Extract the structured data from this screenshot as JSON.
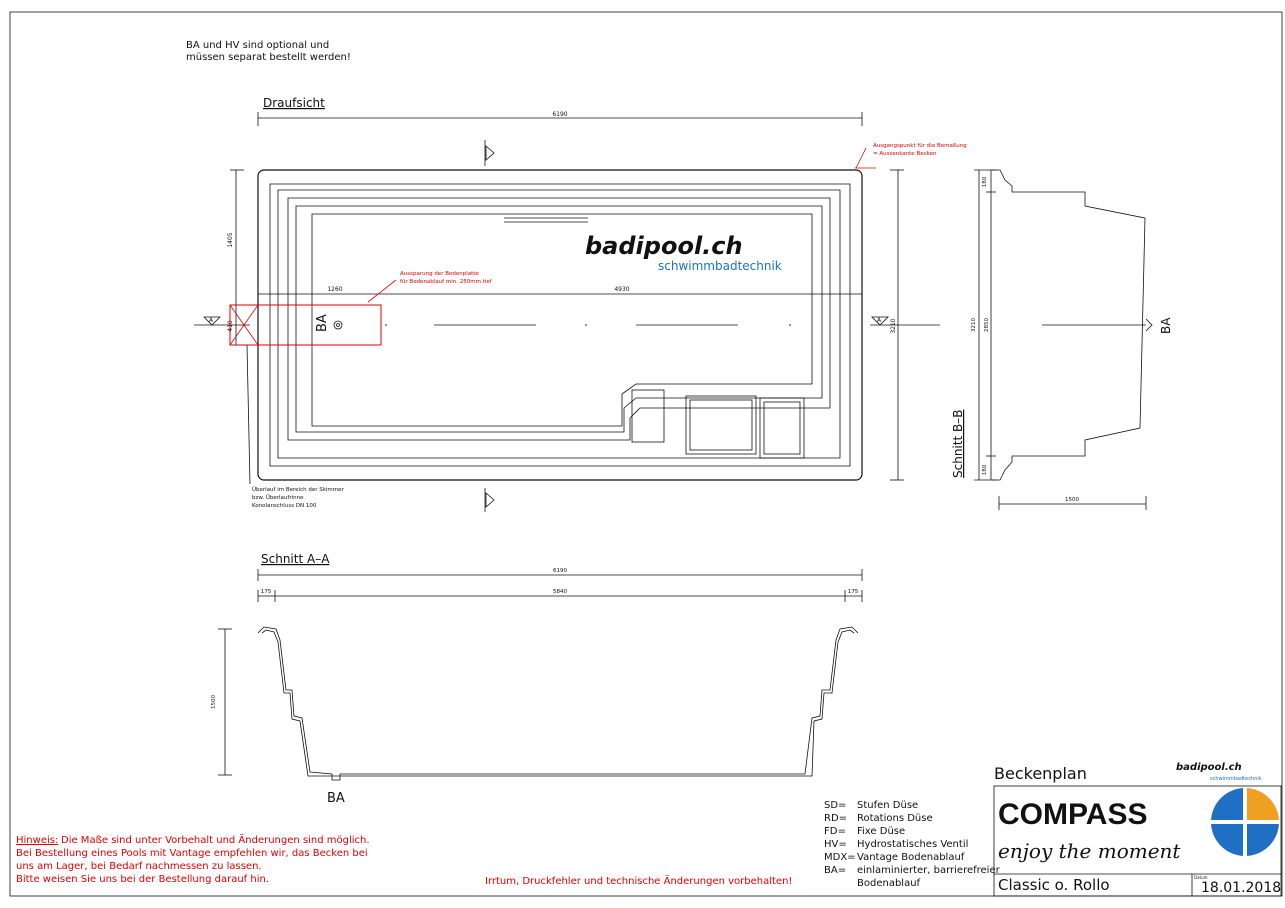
{
  "notes": {
    "optional_line1": "BA und HV sind optional und",
    "optional_line2": "müssen separat bestellt werden!",
    "hinweis_label": "Hinweis:",
    "hinweis_line1": "Die Maße sind unter Vorbehalt und Änderungen sind möglich.",
    "hinweis_line2": "Bei Bestellung eines Pools mit Vantage empfehlen wir, das Becken bei",
    "hinweis_line3": "uns am Lager, bei Bedarf nachmessen zu lassen.",
    "hinweis_line4": "Bitte weisen Sie uns bei der Bestellung darauf hin.",
    "irrtum": "Irrtum, Druckfehler und technische Änderungen vorbehalten!"
  },
  "top_view": {
    "title": "Draufsicht",
    "dim_total_length": "6190",
    "dim_left_width": "1405",
    "dim_left_small": "410",
    "dim_right_width": "3210",
    "dim_segment_a": "1260",
    "dim_segment_b": "4930",
    "section_mark": "A",
    "ba_label": "BA",
    "origin_note_line1": "Ausgangspunkt für die Bemaßung",
    "origin_note_line2": "= Aussenkante Becken",
    "recess_note_line1": "Aussparung der Bodenplatte",
    "recess_note_line2": "für Bodenablauf min. 250mm tief",
    "overflow_line1": "Überlauf im Bereich der Skimmer",
    "overflow_line2": "bzw. Überlaufrinne",
    "overflow_line3": "Konolanschluss DN 100"
  },
  "brand": {
    "logo_text": "badipool.ch",
    "logo_sub": "schwimmbadtechnik",
    "small_logo_text": "badipool.ch",
    "small_logo_sub": "schwimmbadtechnik",
    "compass_title": "COMPASS",
    "compass_slogan": "enjoy the moment",
    "colors": {
      "brand_blue": "#1a73c8",
      "compass_orange": "#f0a020",
      "compass_blue": "#1f6fc4",
      "red_markup": "#e00000"
    }
  },
  "section_bb": {
    "title": "Schnitt B–B",
    "dim_top": "180",
    "dim_bottom": "180",
    "dim_total": "3210",
    "dim_inner": "2850",
    "dim_depth": "1500",
    "ba_label": "BA"
  },
  "section_aa": {
    "title": "Schnitt A–A",
    "dim_total": "6190",
    "dim_inner": "5840",
    "dim_left": "175",
    "dim_right": "175",
    "dim_depth": "1500",
    "ba_label": "BA"
  },
  "legend": [
    {
      "code": "SD=",
      "text": "Stufen Düse"
    },
    {
      "code": "RD=",
      "text": "Rotations Düse"
    },
    {
      "code": "FD=",
      "text": "Fixe Düse"
    },
    {
      "code": "HV=",
      "text": "Hydrostatisches Ventil"
    },
    {
      "code": "MDX=",
      "text": "Vantage Bodenablauf"
    },
    {
      "code": "BA=",
      "text": "einlaminierter, barrierefreier"
    },
    {
      "code": "",
      "text": "Bodenablauf"
    }
  ],
  "title_block": {
    "heading": "Beckenplan",
    "model": "Classic  o.  Rollo",
    "date_label": "Datum",
    "date": "18.01.2018"
  }
}
